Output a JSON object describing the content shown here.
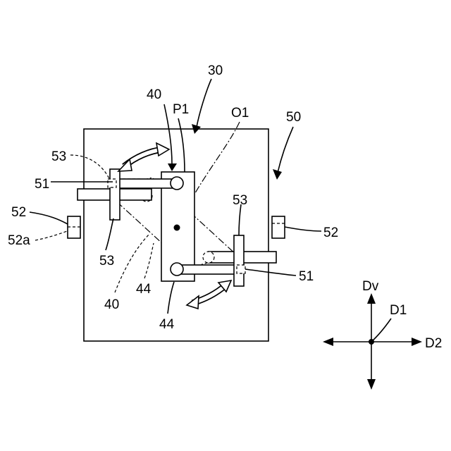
{
  "labels": {
    "ref_30": "30",
    "ref_40_top": "40",
    "ref_P1": "P1",
    "ref_O1": "O1",
    "ref_50": "50",
    "ref_53_top_left": "53",
    "ref_51_left": "51",
    "ref_52_left": "52",
    "ref_52a": "52a",
    "ref_53_bottom_left": "53",
    "ref_40_bottom": "40",
    "ref_44_left": "44",
    "ref_44_bottom": "44",
    "ref_53_right": "53",
    "ref_52_right": "52",
    "ref_51_right": "51",
    "axis_Dv": "Dv",
    "axis_D1": "D1",
    "axis_D2": "D2"
  }
}
